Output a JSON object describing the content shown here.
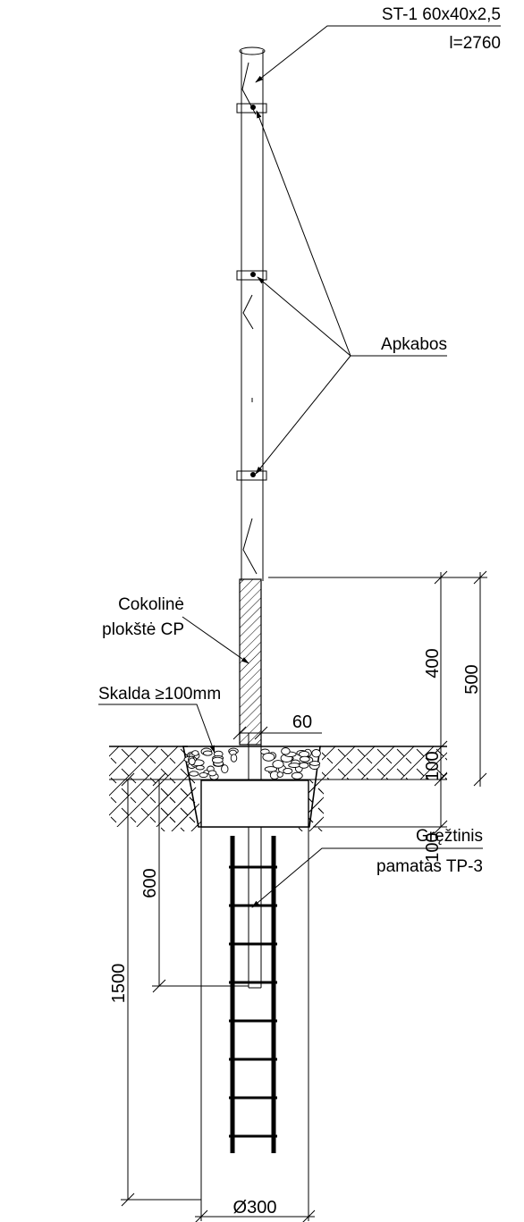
{
  "labels": {
    "post_profile": "ST-1 60x40x2,5",
    "post_length": "l=2760",
    "clamps": "Apkabos",
    "plinth_line1": "Cokolinė",
    "plinth_line2": "plokštė CP",
    "gravel": "Skalda ≥100mm",
    "pile_line1": "Gręžtinis",
    "pile_line2": "pamatas TP-3"
  },
  "dimensions": {
    "plinth_height": "400",
    "plinth_total": "500",
    "plinth_thickness": "60",
    "gravel_depth": "100",
    "base_depth": "100",
    "post_embed": "600",
    "pile_depth": "1500",
    "pile_diameter": "Ø300"
  }
}
